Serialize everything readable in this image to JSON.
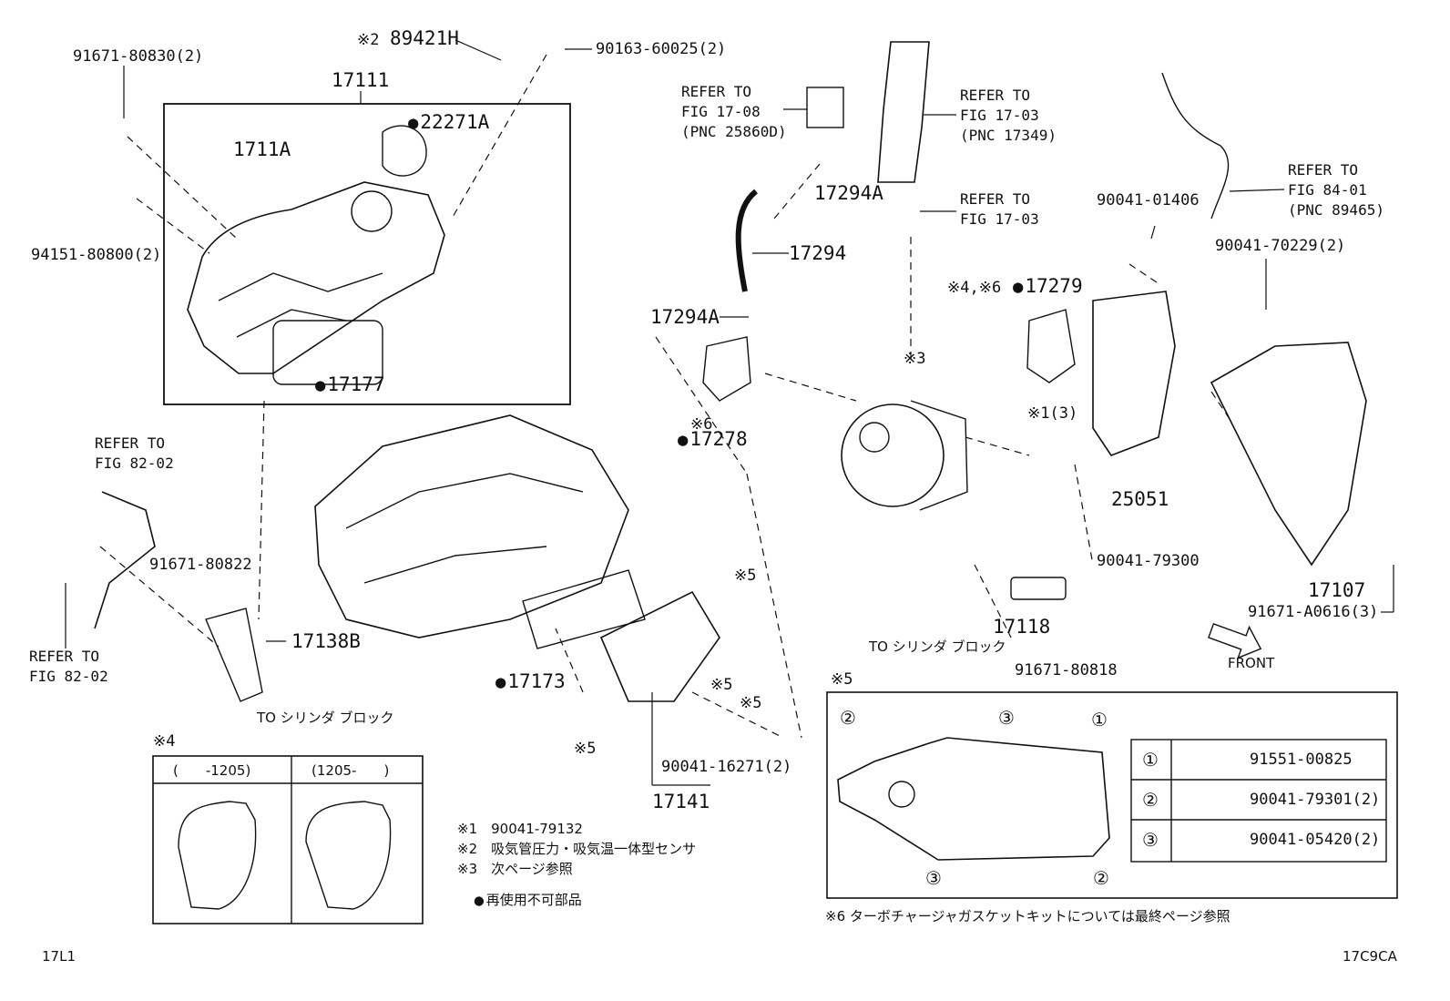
{
  "diagram": {
    "parts": {
      "p91671_80830": "91671-80830(2)",
      "p89421H": "89421H",
      "p90163_60025": "90163-60025(2)",
      "p17111": "17111",
      "p22271A": "22271A",
      "p1711A": "1711A",
      "p94151_80800": "94151-80800(2)",
      "p17177": "17177",
      "p17294A_top": "17294A",
      "p17294": "17294",
      "p17294A_low": "17294A",
      "p17278": "17278",
      "p17279": "17279",
      "p90041_01406": "90041-01406",
      "p90041_70229": "90041-70229(2)",
      "p25051": "25051",
      "p90041_79300": "90041-79300",
      "p17107": "17107",
      "p91671_A0616": "91671-A0616(3)",
      "p17118": "17118",
      "p91671_80818": "91671-80818",
      "p91671_80822": "91671-80822",
      "p17138B": "17138B",
      "p17173": "17173",
      "p90041_16271": "90041-16271(2)",
      "p17141": "17141"
    },
    "refs": {
      "r_fig1708": "REFER TO\nFIG 17-08\n(PNC 25860D)",
      "r_fig1703a": "REFER TO\nFIG 17-03\n(PNC 17349)",
      "r_fig1703b": "REFER TO\nFIG 17-03",
      "r_fig8401": "REFER TO\nFIG 84-01\n(PNC 89465)",
      "r_fig8202a": "REFER TO\nFIG 82-02",
      "r_fig8202b": "REFER TO\nFIG 82-02"
    },
    "marks": {
      "m2_top": "※2",
      "m4m6": "※4,※6",
      "m3": "※3",
      "m1": "※1(3)",
      "m6": "※6",
      "m5a": "※5",
      "m5b": "※5",
      "m5c": "※5",
      "m5d": "※5",
      "box5": "※5",
      "box4": "※4"
    },
    "to_block_1": "TO シリンダ ブロック",
    "to_block_2": "TO シリンダ ブロック",
    "front": "FRONT",
    "box4_cols": [
      "(　　-1205)",
      "(1205-　　)"
    ],
    "box5_table": [
      {
        "num": "①",
        "part": "91551-00825"
      },
      {
        "num": "②",
        "part": "90041-79301(2)"
      },
      {
        "num": "③",
        "part": "90041-05420(2)"
      }
    ],
    "circle_nums": [
      "②",
      "③",
      "①",
      "③",
      "②"
    ],
    "notes": [
      "※1　90041-79132",
      "※2　吸気管圧力・吸気温一体型センサ",
      "※3　次ページ参照"
    ],
    "non_reusable": "再使用不可部品",
    "note6": "※6 ターボチャージャガスケットキットについては最終ページ参照",
    "corner_left": "17L1",
    "corner_right": "17C9CA"
  }
}
